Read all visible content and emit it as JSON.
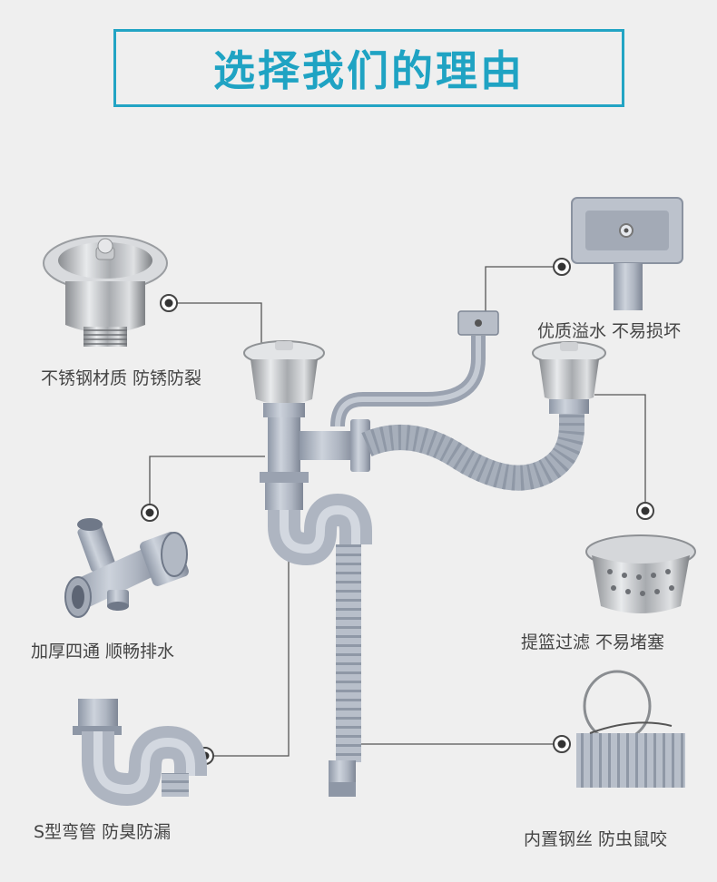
{
  "title": "选择我们的理由",
  "features": {
    "strainer": "不锈钢材质  防锈防裂",
    "overflow": "优质溢水  不易损坏",
    "tee": "加厚四通  顺畅排水",
    "basket": "提篮过滤  不易堵塞",
    "trap": "S型弯管  防臭防漏",
    "hose": "内置钢丝  防虫鼠咬"
  }
}
